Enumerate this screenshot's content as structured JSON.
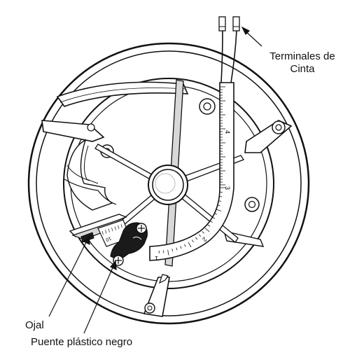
{
  "labels": {
    "terminales_line1": "Terminales de",
    "terminales_line2": "Cinta",
    "ojal": "Ojal",
    "puente": "Puente plástico negro"
  },
  "tape_scale": {
    "numbers": [
      "4",
      "3",
      "2",
      "1"
    ],
    "clip_marking": "10"
  },
  "colors": {
    "line": "#111111",
    "fill": "#ffffff",
    "shade": "#d8d8d8",
    "bridge": "#1a1a1a"
  }
}
